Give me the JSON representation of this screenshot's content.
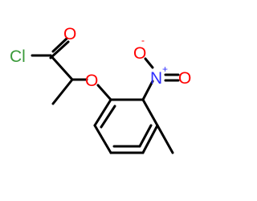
{
  "molecule": {
    "atoms": {
      "chlorine": "Cl",
      "carbonyl_oxygen": "O",
      "ether_oxygen": "O",
      "nitrogen": "N",
      "nitro_oxygen": "O",
      "nitro_oxygen_charge": "-",
      "nitrogen_charge": "+"
    },
    "colors": {
      "bond": "#000000",
      "chlorine": "#3a9a3a",
      "oxygen": "#ff0000",
      "nitrogen": "#3030ff"
    }
  }
}
